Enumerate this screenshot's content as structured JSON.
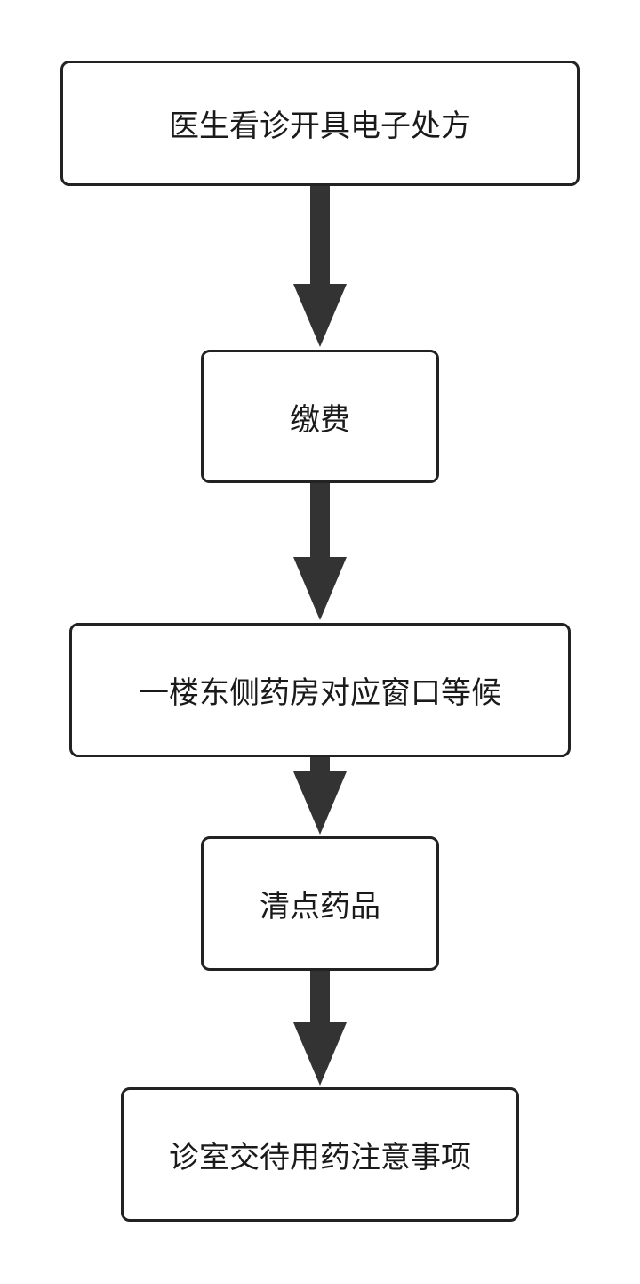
{
  "diagram": {
    "type": "flowchart",
    "direction": "top-to-bottom",
    "colors": {
      "box_border": "#222222",
      "box_fill": "#ffffff",
      "arrow": "#333333",
      "text": "#1a1a1a",
      "background": "#ffffff"
    },
    "steps": [
      {
        "label": "医生看诊开具电子处方"
      },
      {
        "label": "缴费"
      },
      {
        "label": "一楼东侧药房对应窗口等候"
      },
      {
        "label": "清点药品"
      },
      {
        "label": "诊室交待用药注意事项"
      }
    ],
    "connectors": [
      {
        "from": 0,
        "to": 1,
        "style": "thick-arrow"
      },
      {
        "from": 1,
        "to": 2,
        "style": "thick-arrow"
      },
      {
        "from": 2,
        "to": 3,
        "style": "thick-arrow"
      },
      {
        "from": 3,
        "to": 4,
        "style": "thick-arrow"
      }
    ]
  }
}
